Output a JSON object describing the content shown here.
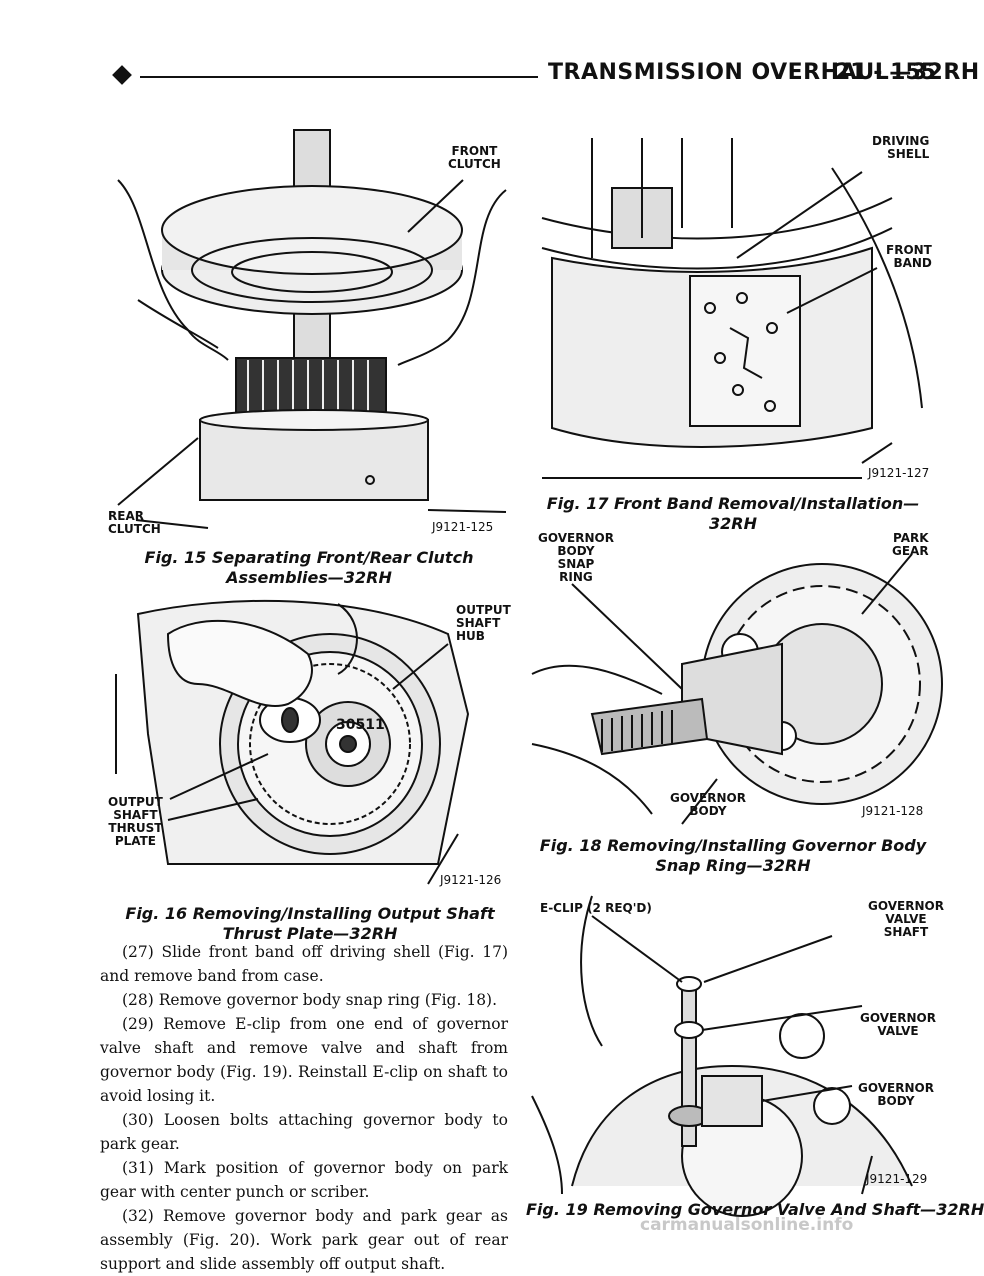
{
  "header": {
    "title": "TRANSMISSION OVERHAUL—32RH",
    "page": "21 - 155"
  },
  "figures": {
    "fig15": {
      "labels": {
        "front_clutch": "FRONT\nCLUTCH",
        "rear_clutch": "REAR\nCLUTCH"
      },
      "code": "J9121-125",
      "caption": "Fig. 15 Separating Front/Rear Clutch Assemblies—32RH"
    },
    "fig16": {
      "labels": {
        "output_shaft_hub": "OUTPUT\nSHAFT\nHUB",
        "output_shaft_thrust_plate": "OUTPUT\nSHAFT\nTHRUST\nPLATE",
        "part_number": "30511"
      },
      "code": "J9121-126",
      "caption": "Fig. 16 Removing/Installing Output Shaft Thrust Plate—32RH"
    },
    "fig17": {
      "labels": {
        "driving_shell": "DRIVING\nSHELL",
        "front_band": "FRONT\nBAND"
      },
      "code": "J9121-127",
      "caption": "Fig. 17 Front Band Removal/Installation—32RH"
    },
    "fig18": {
      "labels": {
        "governor_body_snap_ring": "GOVERNOR\nBODY\nSNAP\nRING",
        "park_gear": "PARK\nGEAR",
        "governor_body": "GOVERNOR\nBODY"
      },
      "code": "J9121-128",
      "caption": "Fig. 18 Removing/Installing Governor Body Snap Ring—32RH"
    },
    "fig19": {
      "labels": {
        "e_clip": "E-CLIP (2 REQ'D)",
        "governor_valve_shaft": "GOVERNOR\nVALVE\nSHAFT",
        "governor_valve": "GOVERNOR\nVALVE",
        "governor_body": "GOVERNOR\nBODY"
      },
      "code": "J9121-129",
      "caption": "Fig. 19 Removing Governor Valve And Shaft—32RH"
    }
  },
  "steps": [
    "(27) Slide front band off driving shell (Fig. 17) and remove band from case.",
    "(28) Remove governor body snap ring (Fig. 18).",
    "(29) Remove E-clip from one end of governor valve shaft and remove valve and shaft from governor body (Fig. 19). Reinstall E-clip on shaft to avoid losing it.",
    "(30) Loosen bolts attaching governor body to park gear.",
    "(31) Mark position of governor body on park gear with center punch or scriber.",
    "(32) Remove governor body and park gear as assembly (Fig. 20). Work park gear out of rear support and slide assembly off output shaft."
  ],
  "watermark": "carmanualsonline.info"
}
